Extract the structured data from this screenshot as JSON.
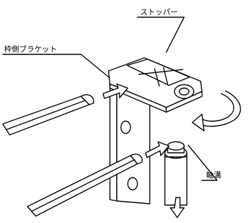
{
  "labels": {
    "stopper": "ストッパー",
    "frame_bracket": "枠側ブラケット",
    "shaft_groove": "軸溝"
  }
}
